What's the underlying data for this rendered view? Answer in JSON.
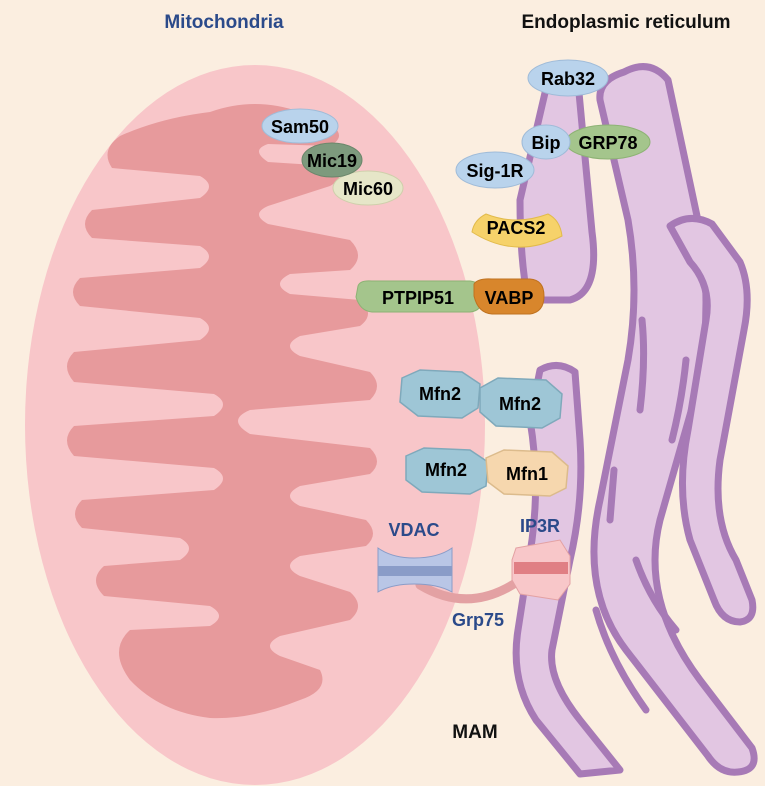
{
  "titles": {
    "left": "Mitochondria",
    "right": "Endoplasmic reticulum",
    "bottom": "MAM"
  },
  "proteins": {
    "sam50": "Sam50",
    "mic19": "Mic19",
    "mic60": "Mic60",
    "rab32": "Rab32",
    "bip": "Bip",
    "grp78": "GRP78",
    "sig1r": "Sig-1R",
    "pacs2": "PACS2",
    "ptpip51": "PTPIP51",
    "vabp": "VABP",
    "mfn2_a": "Mfn2",
    "mfn2_b": "Mfn2",
    "mfn2_c": "Mfn2",
    "mfn1": "Mfn1",
    "vdac": "VDAC",
    "ip3r": "IP3R",
    "grp75": "Grp75"
  },
  "colors": {
    "background": "#fbeee0",
    "mito_outer": "#f8c6c9",
    "mito_inner": "#e79a9c",
    "er_fill": "#e2c6e2",
    "er_stroke": "#a77ab6",
    "blue_protein": "#b9d3ec",
    "dark_green_protein": "#7d9a7d",
    "light_green_protein": "#a4c58c",
    "cream_protein": "#e6e6c8",
    "pacs2": "#f6d26a",
    "vabp": "#d8862c",
    "mfn2": "#9ec6d6",
    "mfn1": "#f6d7ae",
    "label_blue": "#2b4a8a"
  }
}
